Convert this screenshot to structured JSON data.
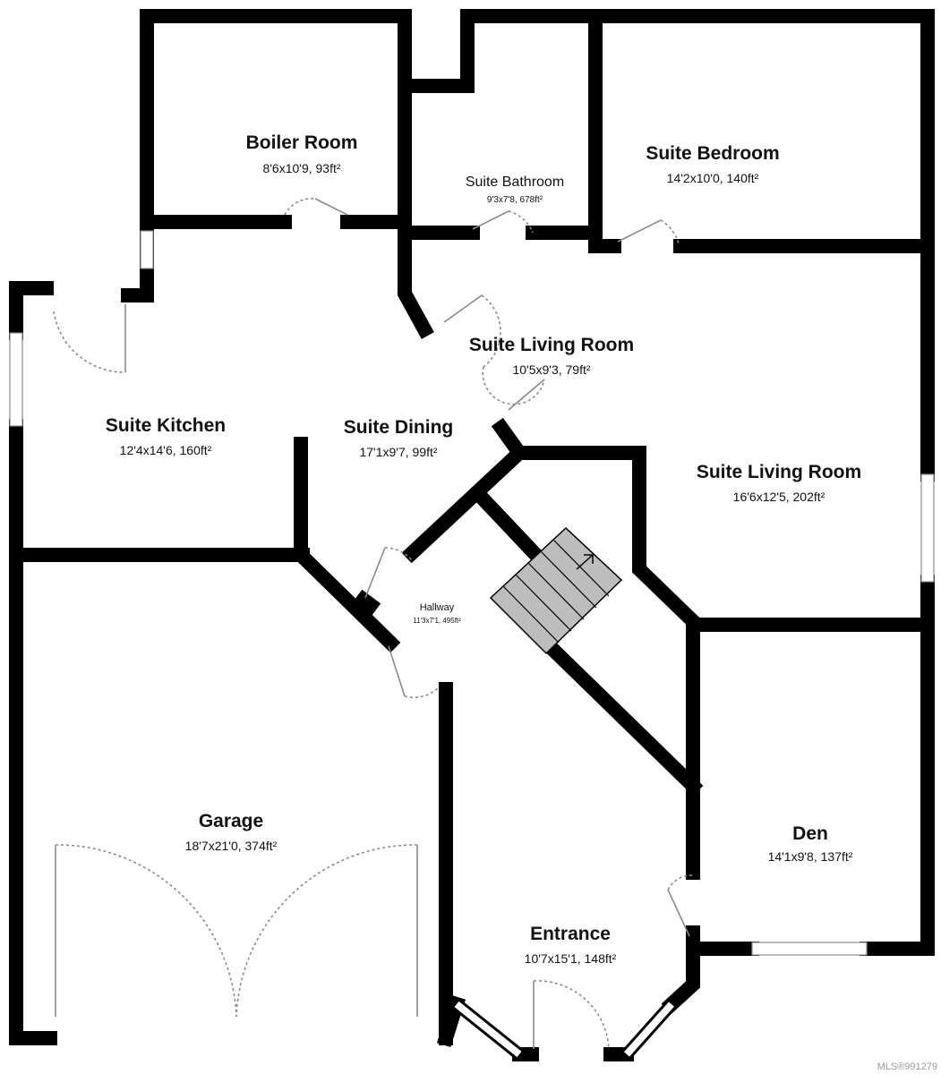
{
  "rooms": {
    "boiler_room": {
      "name": "Boiler Room",
      "dims": "8'6x10'9, 93ft²"
    },
    "suite_bathroom": {
      "name": "Suite Bathroom",
      "dims": "9'3x7'8, 678ft²"
    },
    "suite_bedroom": {
      "name": "Suite Bedroom",
      "dims": "14'2x10'0, 140ft²"
    },
    "suite_living_room_small": {
      "name": "Suite Living Room",
      "dims": "10'5x9'3, 79ft²"
    },
    "suite_kitchen": {
      "name": "Suite Kitchen",
      "dims": "12'4x14'6, 160ft²"
    },
    "suite_dining": {
      "name": "Suite Dining",
      "dims": "17'1x9'7, 99ft²"
    },
    "suite_living_room_large": {
      "name": "Suite Living Room",
      "dims": "16'6x12'5, 202ft²"
    },
    "hallway": {
      "name": "Hallway",
      "dims": "11'3x7'1, 495ft²"
    },
    "garage": {
      "name": "Garage",
      "dims": "18'7x21'0, 374ft²"
    },
    "den": {
      "name": "Den",
      "dims": "14'1x9'8, 137ft²"
    },
    "entrance": {
      "name": "Entrance",
      "dims": "10'7x15'1, 148ft²"
    }
  },
  "watermark": "MLS®991279",
  "colors": {
    "wall": "#000000",
    "door_swing": "#8a8a8a",
    "stairs": "#bdbdbd",
    "background": "#ffffff"
  }
}
